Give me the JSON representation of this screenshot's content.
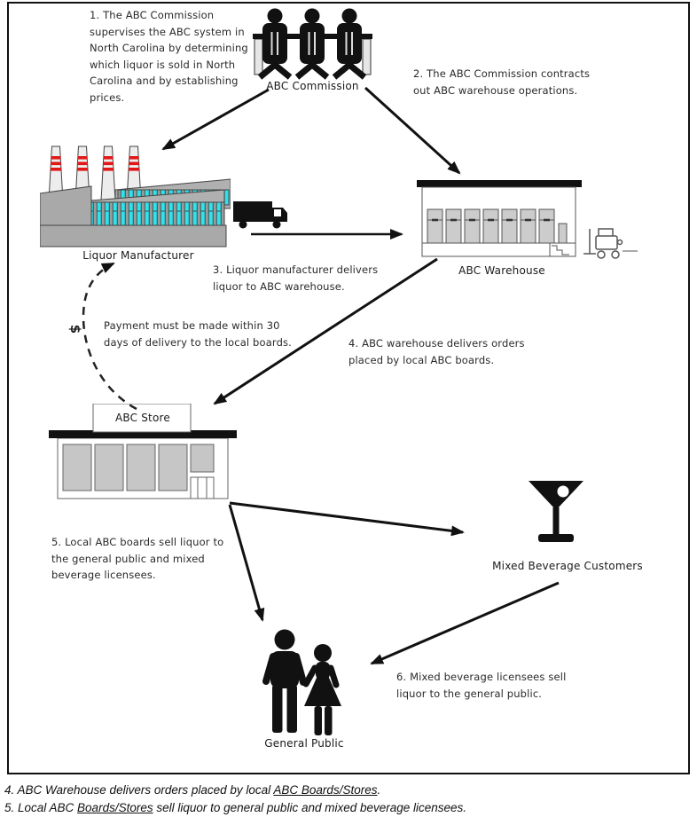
{
  "notes": {
    "note1": "1. The ABC Commission\nsupervises the ABC system in\nNorth Carolina by determining\nwhich liquor is sold in North\nCarolina and by establishing\nprices.",
    "note2": "2. The ABC Commission contracts\nout ABC warehouse operations.",
    "note3": "3. Liquor manufacturer delivers\nliquor to ABC warehouse.",
    "payment": "Payment must be made within 30\ndays of delivery to the local boards.",
    "payment_symbol": "$",
    "note4": "4.  ABC warehouse delivers orders\nplaced by local ABC boards.",
    "note5": "5. Local ABC boards sell liquor to\nthe general public and mixed\nbeverage licensees.",
    "note6": "6. Mixed beverage licensees sell\nliquor to the general public."
  },
  "labels": {
    "commission": "ABC Commission",
    "manufacturer": "Liquor Manufacturer",
    "warehouse": "ABC Warehouse",
    "store": "ABC Store",
    "mixed": "Mixed Beverage Customers",
    "public": "General Public"
  },
  "footnotes": [
    {
      "prefix": "4. ABC Warehouse delivers orders placed by local ",
      "underlined": "ABC Boards/Stores",
      "suffix": "."
    },
    {
      "prefix": "5. Local ABC ",
      "underlined": "Boards/Stores",
      "suffix": " sell liquor to general public and mixed beverage licensees."
    }
  ],
  "colors": {
    "ink": "#111111",
    "factory_gray": "#a9a9a9",
    "chimney_gray": "#ededed",
    "stripe_red": "#e01818",
    "window_cyan": "#2fe2ec",
    "box_gray": "#c9c9c9",
    "outline_gray": "#555555"
  }
}
